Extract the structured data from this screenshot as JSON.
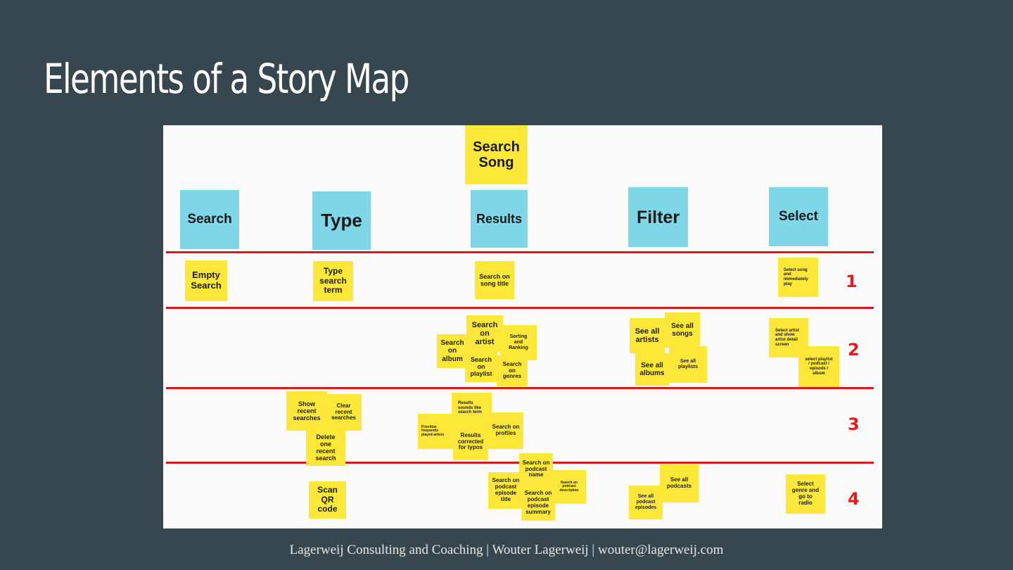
{
  "slide": {
    "title": "Elements of a Story Map",
    "footer": "Lagerweij Consulting and Coaching | Wouter Lagerweij | wouter@lagerweij.com"
  },
  "story_map": {
    "goal": "Search\nSong",
    "activities": [
      "Search",
      "Type",
      "Results",
      "Filter",
      "Select"
    ],
    "row_numbers": [
      "1",
      "2",
      "3",
      "4"
    ],
    "notes": [
      "Empty\nSearch",
      "Type\nsearch\nterm",
      "Search on\nsong title",
      "Select song\nand\nimmediately\nplay",
      "Search\non\nartist",
      "Search\non\nalbum",
      "Sorting\nand\nRanking",
      "Search\non\nplaylist",
      "Search\non\ngenres",
      "See all\nartists",
      "See all\nsongs",
      "See all\nalbums",
      "See all\nplaylists",
      "Select artist\nand show\nartist detail\nscreen",
      "select playlist\n/ podcast /\nepisode /\nalbum",
      "Show\nrecent\nsearches",
      "Clear\nrecent\nsearches",
      "Delete\none\nrecent\nsearch",
      "Results\nsounds like\nsearch term",
      "Prioritise\nfrequently\nplayed artists",
      "Results\ncorrected\nfor typos",
      "Search on\nprofiles",
      "Scan\nQR\ncode",
      "Search on\npodcast\nname",
      "Search on\npodcast\nepisode\ntitle",
      "Search on\npodcast\ndescription",
      "Search on\npodcast\nepisode\nsummary",
      "See all\npodcasts",
      "See all\npodcast\nepisodes",
      "Select\ngenre and\ngo to\nradio"
    ]
  }
}
